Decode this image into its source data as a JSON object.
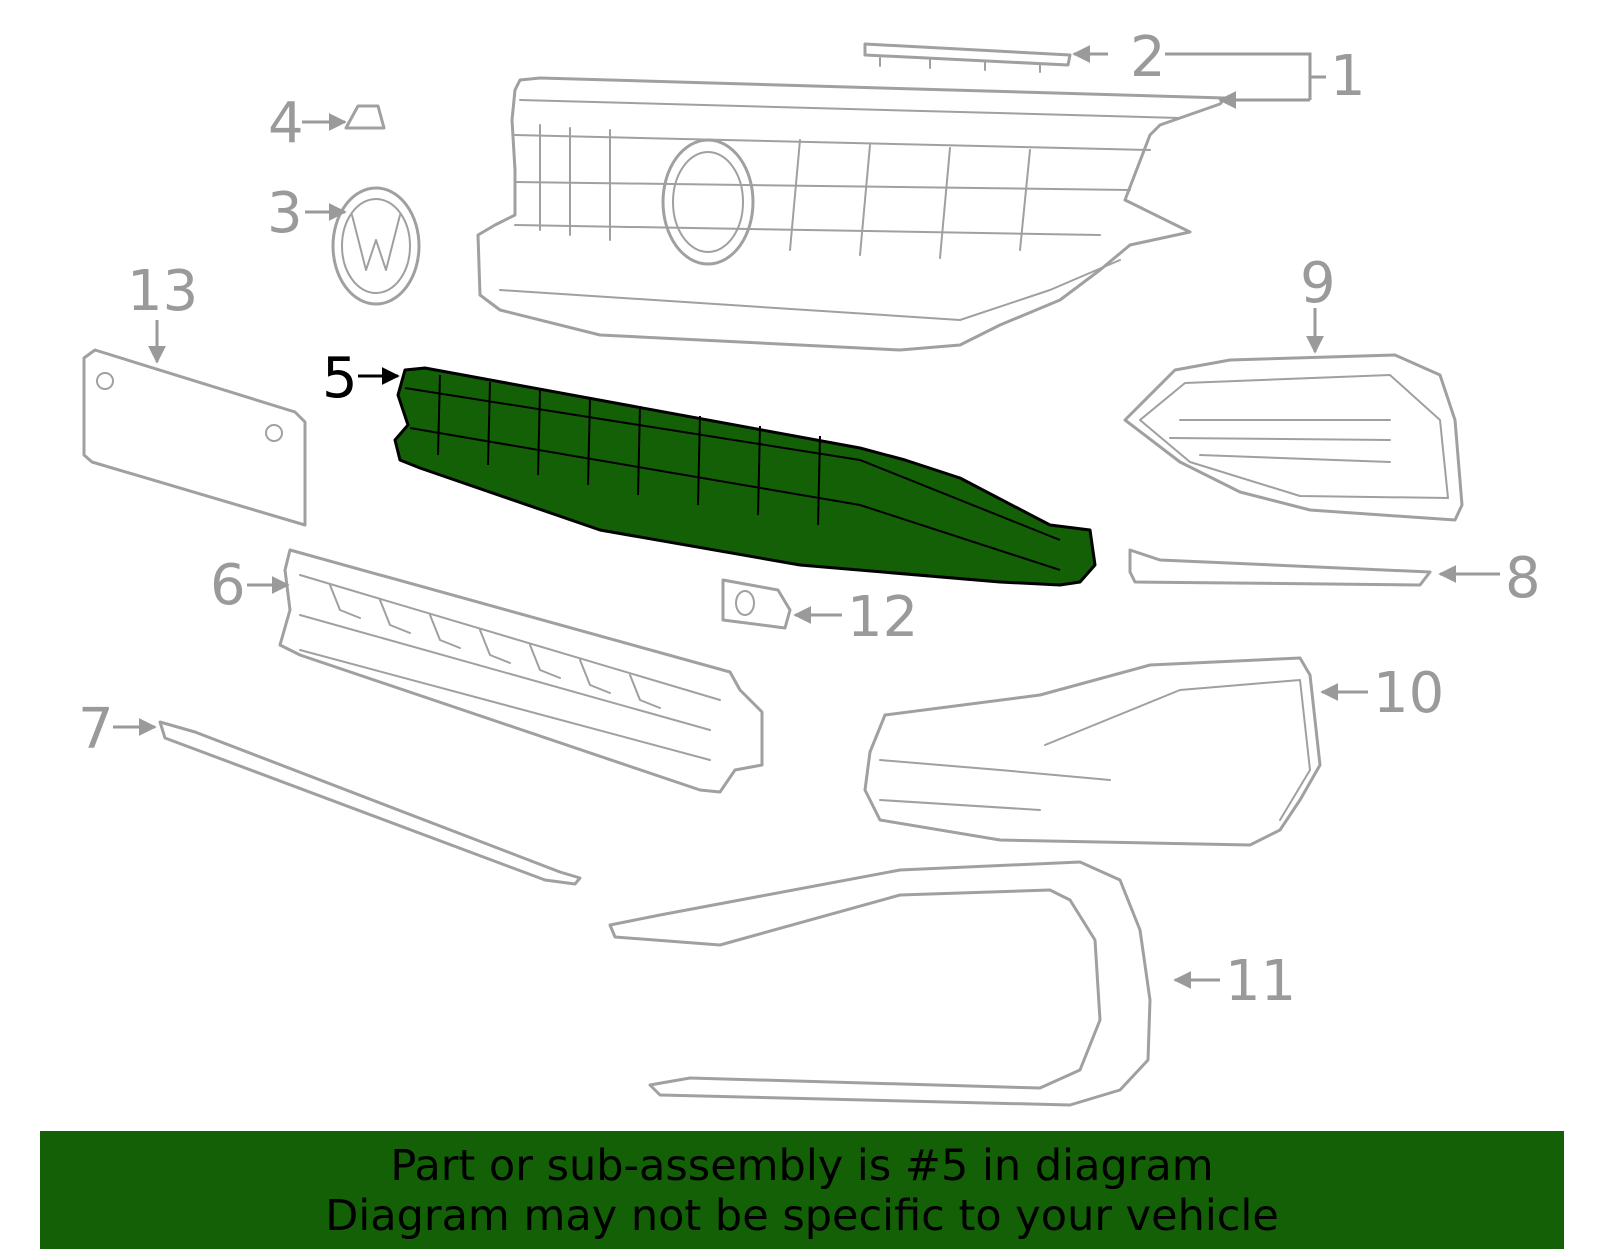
{
  "diagram": {
    "highlight_color": "#136007",
    "callouts": [
      {
        "id": "1",
        "label": "1"
      },
      {
        "id": "2",
        "label": "2"
      },
      {
        "id": "3",
        "label": "3"
      },
      {
        "id": "4",
        "label": "4"
      },
      {
        "id": "5",
        "label": "5",
        "highlighted": true
      },
      {
        "id": "6",
        "label": "6"
      },
      {
        "id": "7",
        "label": "7"
      },
      {
        "id": "8",
        "label": "8"
      },
      {
        "id": "9",
        "label": "9"
      },
      {
        "id": "10",
        "label": "10"
      },
      {
        "id": "11",
        "label": "11"
      },
      {
        "id": "12",
        "label": "12"
      },
      {
        "id": "13",
        "label": "13"
      }
    ]
  },
  "footer": {
    "line1": "Part or sub-assembly is #5 in diagram",
    "line2": "Diagram may not be specific to your vehicle",
    "background": "#136007"
  }
}
